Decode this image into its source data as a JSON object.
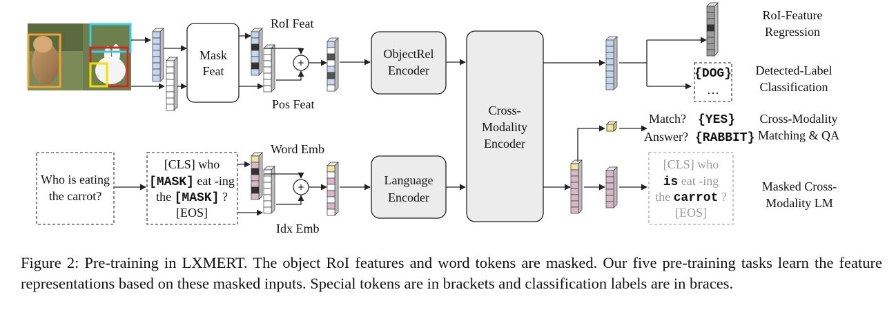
{
  "inputs": {
    "question_lines": [
      "Who is eating",
      "the carrot?"
    ],
    "tokens": {
      "line1": "[CLS] who",
      "line2_mask": "[MASK]",
      "line2_rest": " eat -ing",
      "line3_pre": "the ",
      "line3_mask": "[MASK]",
      "line3_post": " ?",
      "line4": "[EOS]"
    }
  },
  "blocks": {
    "mask_feat": [
      "Mask",
      "Feat"
    ],
    "objectrel": [
      "ObjectRel",
      "Encoder"
    ],
    "language": [
      "Language",
      "Encoder"
    ],
    "cross": [
      "Cross-",
      "Modality",
      "Encoder"
    ]
  },
  "features": {
    "roi": "RoI Feat",
    "pos": "Pos Feat",
    "word": "Word Emb",
    "idx": "Idx Emb",
    "plus": "+"
  },
  "tasks": {
    "roi_regression": [
      "RoI-Feature",
      "Regression"
    ],
    "detected_label": [
      "Detected-Label",
      "Classification"
    ],
    "label_box": [
      "{DOG}",
      "…"
    ],
    "match_label": "Match?",
    "match_value": "{YES}",
    "answer_label": "Answer?",
    "answer_value": "{RABBIT}",
    "cross_matching": [
      "Cross-Modality",
      "Matching & QA"
    ],
    "lm_output": {
      "line1": "[CLS] who",
      "line2_bold": "is",
      "line2_rest": " eat -ing",
      "line3_pre": "the ",
      "line3_bold": "carrot",
      "line3_post": " ?",
      "line4": "[EOS]"
    },
    "masked_lm": [
      "Masked Cross-",
      "Modality LM"
    ]
  },
  "caption": "Figure 2: Pre-training in LXMERT. The object RoI features and word tokens are masked. Our five pre-training tasks learn the feature representations based on these masked inputs. Special tokens are in brackets and classification labels are in braces.",
  "colors": {
    "blue_cell": "#c5d6ee",
    "mauve_cell": "#d9b8c8",
    "yellow_cell": "#f3e3a0",
    "encoder_fill": "#ececec",
    "box_orange": "#f0a030",
    "box_cyan": "#2fd0e8",
    "box_red": "#e02020",
    "box_yellow": "#f2e000"
  },
  "icons": {
    "photo": "kitten-and-rabbit-photo",
    "plus": "plus-circle-icon"
  }
}
